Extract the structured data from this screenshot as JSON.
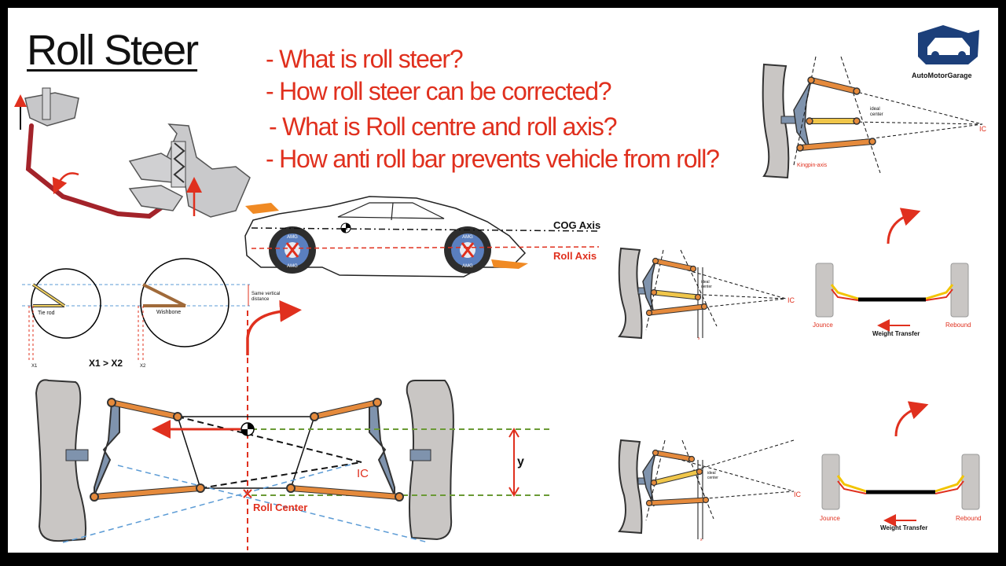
{
  "title": "Roll Steer",
  "questions": [
    "- What is roll steer?",
    "- How roll steer can be corrected?",
    "- What is Roll centre and roll axis?",
    "- How anti roll bar prevents vehicle from roll?"
  ],
  "brand": {
    "name": "AutoMotorGarage"
  },
  "car": {
    "cog_axis": "COG Axis",
    "roll_axis": "Roll Axis",
    "wheel_text": "AMG"
  },
  "geometry_circles": {
    "tie_rod": "Tie rod",
    "wishbone": "Wishbone",
    "same_vertical_1": "Same vertical",
    "same_vertical_2": "distance",
    "x1": "X1",
    "x2": "X2",
    "comparison": "X1 > X2"
  },
  "main_diagram": {
    "ic": "IC",
    "roll_center": "Roll Center",
    "y": "y"
  },
  "top_right": {
    "ideal_1": "ideal",
    "ideal_2": "center",
    "ic": "IC",
    "kingpin": "Kingpin-axis"
  },
  "mid_left": {
    "ideal_1": "ideal",
    "ideal_2": "center",
    "ic": "IC",
    "x": "x"
  },
  "bottom_left": {
    "ideal_1": "ideal",
    "ideal_2": "center",
    "ic": "IC",
    "x": "x"
  },
  "transfer_top": {
    "jounce": "Jounce",
    "rebound": "Rebound",
    "weight_transfer": "Weight Transfer"
  },
  "transfer_bottom": {
    "jounce": "Jounce",
    "rebound": "Rebound",
    "weight_transfer": "Weight Transfer"
  },
  "colors": {
    "accent_red": "#e0301e",
    "arm_orange": "#e58a3c",
    "tire_grey": "#c9c6c4",
    "knuckle_blue": "#7f93ad",
    "roll_green": "#6a9a35",
    "guide_blue": "#5b9bd5"
  }
}
